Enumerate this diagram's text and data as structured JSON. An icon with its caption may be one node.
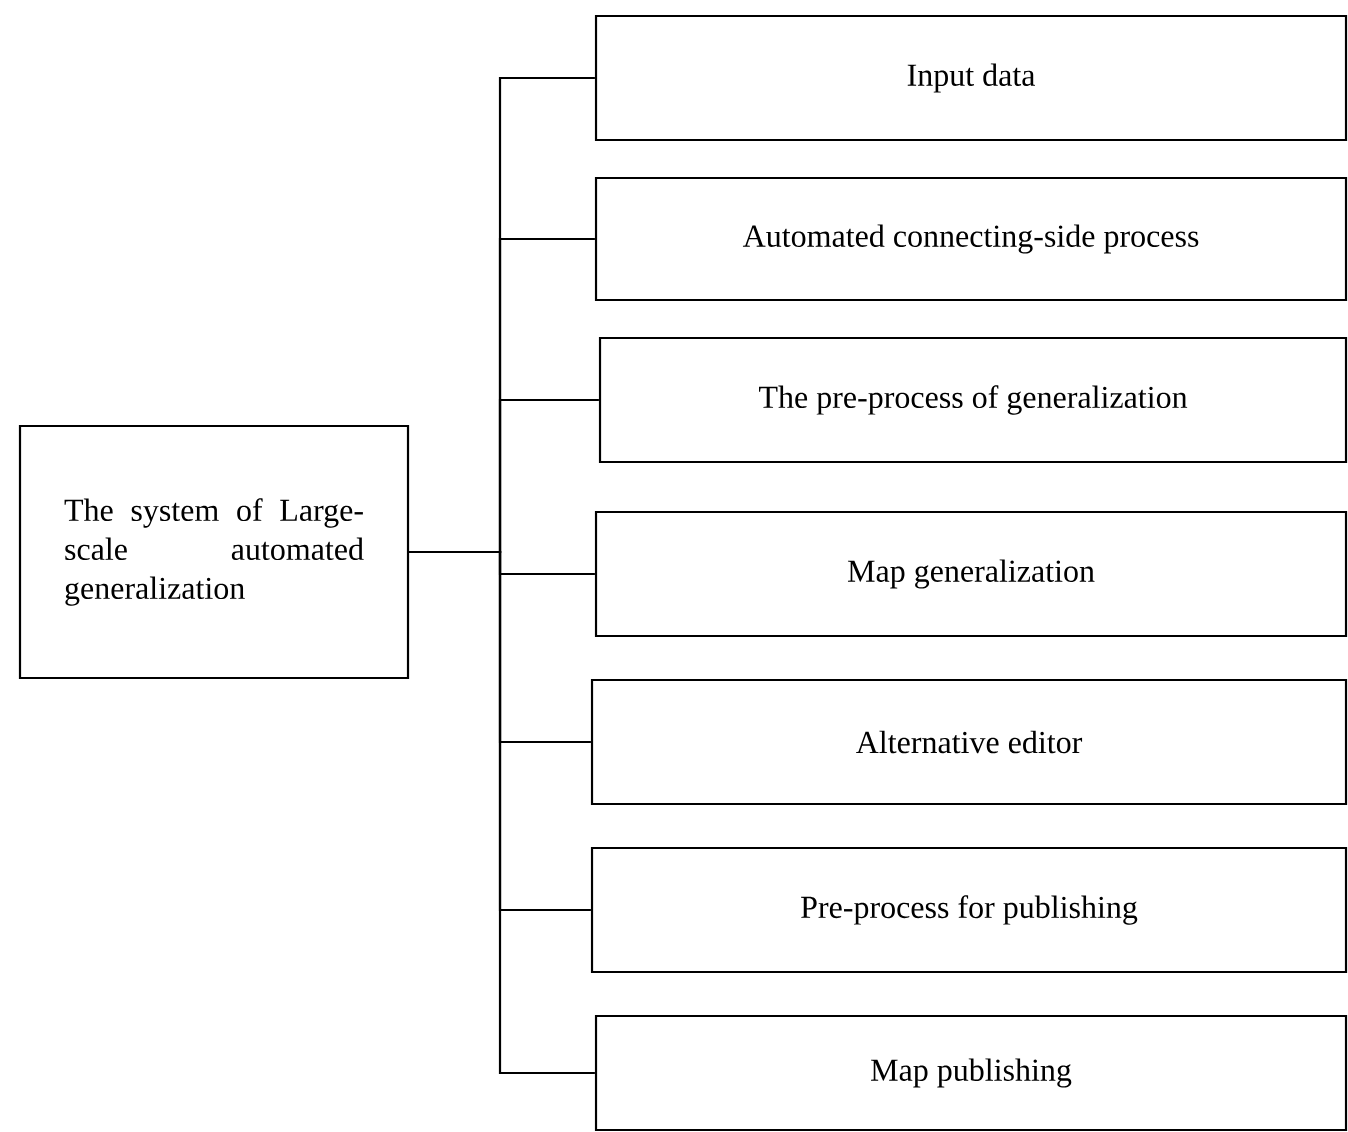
{
  "diagram": {
    "nodes": [
      {
        "text": [
          "The system of Large-scale automated generalization"
        ]
      },
      {
        "text": [
          "Input data"
        ]
      },
      {
        "text": [
          "Automated connecting-side process"
        ]
      },
      {
        "text": [
          "The pre-process of generalization"
        ]
      },
      {
        "text": [
          "Map generalization"
        ]
      },
      {
        "text": [
          "Alternative editor"
        ]
      },
      {
        "text": [
          "Pre-process for publishing"
        ]
      },
      {
        "text": [
          "Map publishing"
        ]
      }
    ],
    "edges": [
      {
        "from": 0,
        "to": 1,
        "arrow": "none"
      },
      {
        "from": 0,
        "to": 2,
        "arrow": "none"
      },
      {
        "from": 0,
        "to": 3,
        "arrow": "none"
      },
      {
        "from": 0,
        "to": 4,
        "arrow": "none"
      },
      {
        "from": 0,
        "to": 5,
        "arrow": "none"
      },
      {
        "from": 0,
        "to": 6,
        "arrow": "none"
      },
      {
        "from": 0,
        "to": 7,
        "arrow": "none"
      }
    ]
  }
}
